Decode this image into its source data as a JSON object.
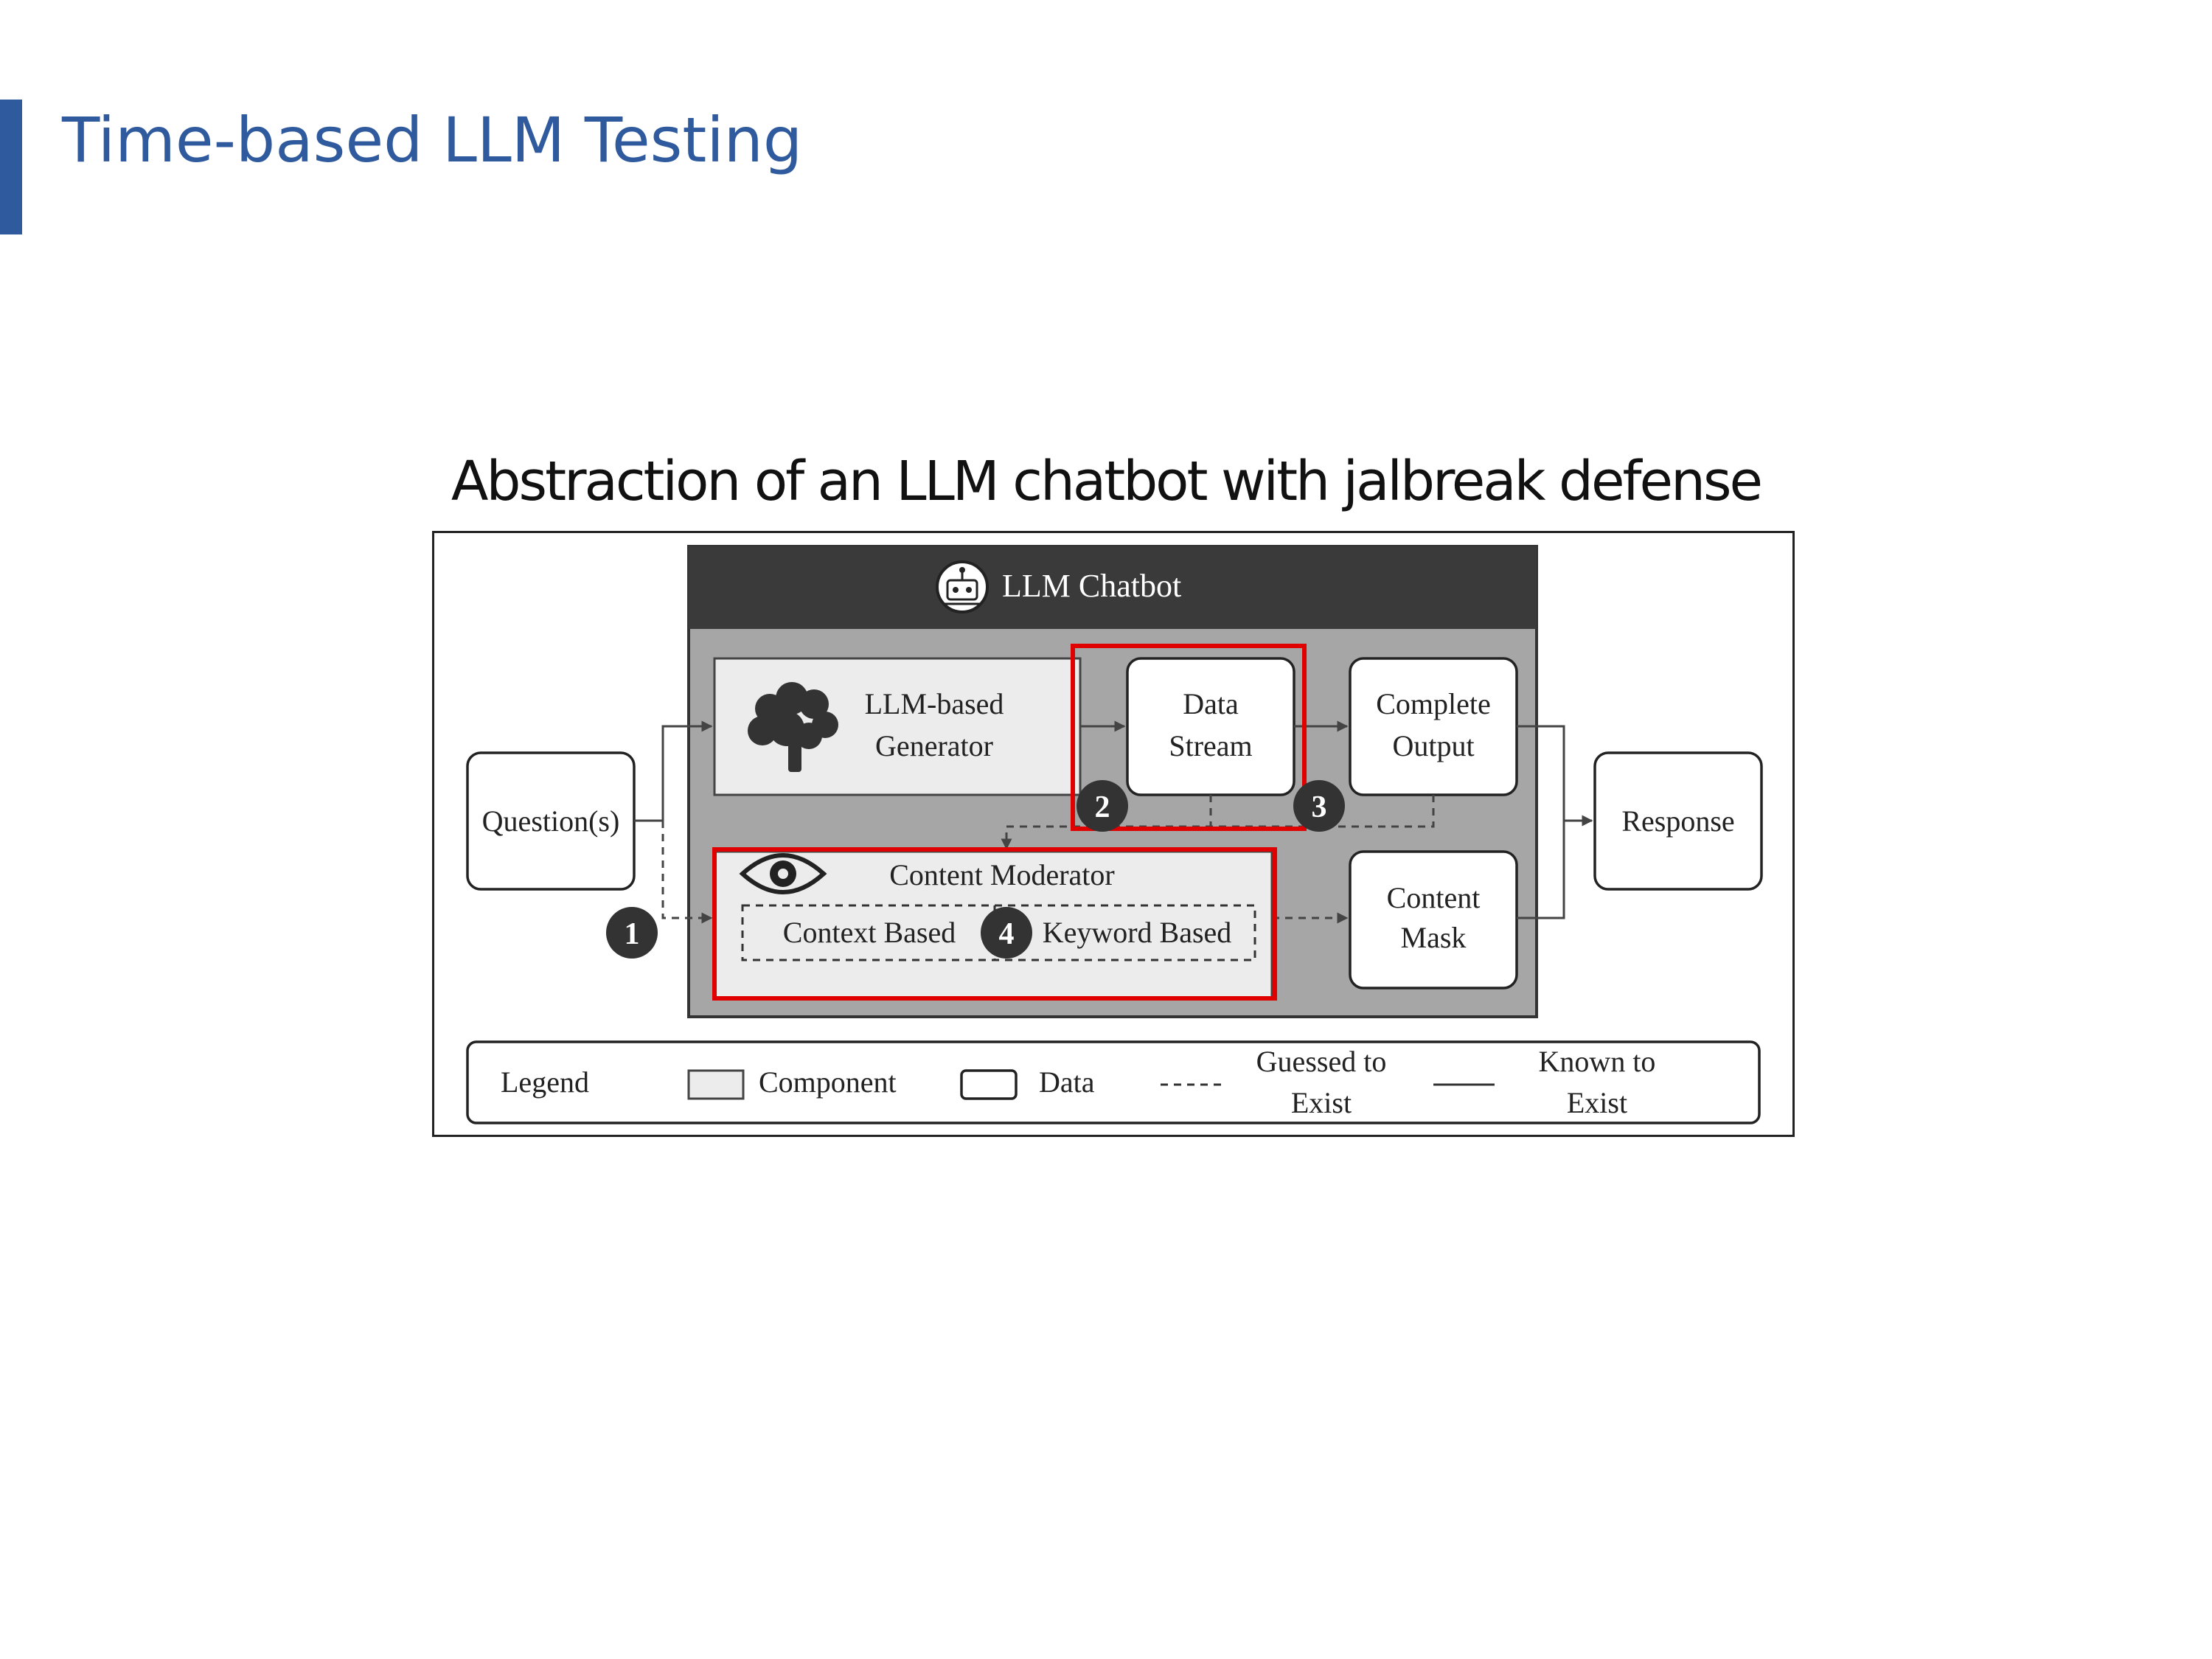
{
  "slide": {
    "title": "Time-based LLM Testing",
    "caption": "Abstraction of an LLM chatbot with jalbreak defense"
  },
  "colors": {
    "title": "#2F5A9E",
    "accent": "#2F5A9E",
    "highlight": "#E00000",
    "container": "#A6A6A6",
    "header": "#3A3A3A",
    "component_fill": "#ECECEC"
  },
  "diagram": {
    "chatbot_title": "LLM Chatbot",
    "generator": {
      "line1": "LLM-based",
      "line2": "Generator"
    },
    "data_stream": {
      "line1": "Data",
      "line2": "Stream"
    },
    "complete_output": {
      "line1": "Complete",
      "line2": "Output"
    },
    "question": "Question(s)",
    "response": "Response",
    "moderator": "Content Moderator",
    "context_based": "Context Based",
    "keyword_based": "Keyword Based",
    "content_mask": {
      "line1": "Content",
      "line2": "Mask"
    },
    "markers": [
      "1",
      "2",
      "3",
      "4"
    ],
    "icons": [
      "robot-icon",
      "brain-icon",
      "eye-icon"
    ]
  },
  "legend": {
    "title": "Legend",
    "component": "Component",
    "data": "Data",
    "guessed": {
      "line1": "Guessed to",
      "line2": "Exist"
    },
    "known": {
      "line1": "Known to",
      "line2": "Exist"
    }
  }
}
